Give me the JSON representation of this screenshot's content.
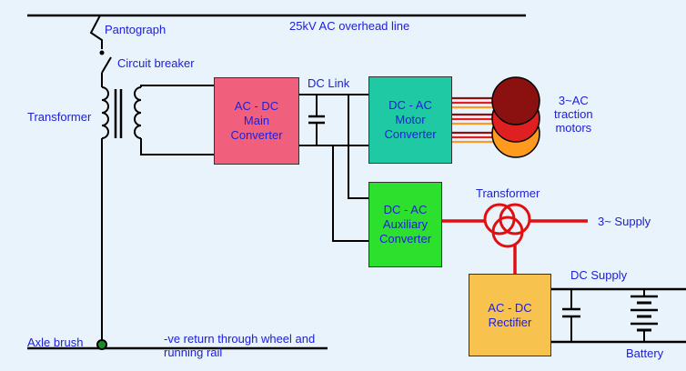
{
  "labels": {
    "overhead_line": "25kV AC overhead line",
    "pantograph": "Pantograph",
    "circuit_breaker": "Circuit breaker",
    "transformer_main": "Transformer",
    "dc_link": "DC Link",
    "traction_motors": "3~AC\ntraction\nmotors",
    "transformer_aux": "Transformer",
    "three_phase_supply": "3~ Supply",
    "dc_supply": "DC Supply",
    "battery": "Battery",
    "axle_brush": "Axle brush",
    "return_path": "-ve return through wheel and\nrunning rail"
  },
  "blocks": {
    "main_converter": "AC - DC\nMain\nConverter",
    "motor_converter": "DC - AC\nMotor\nConverter",
    "aux_converter": "DC - AC\nAuxiliary\nConverter",
    "rectifier": "AC - DC\nRectifier"
  },
  "colors": {
    "text": "#1f20d8",
    "background": "#e9f3fb",
    "main_converter": "#f0607c",
    "motor_converter": "#1ec9a4",
    "aux_converter": "#2ee02e",
    "rectifier": "#f7c24d",
    "supply_line": "#e01010",
    "motor_colors": [
      "#8b1010",
      "#e02020",
      "#ff9a1f"
    ]
  }
}
